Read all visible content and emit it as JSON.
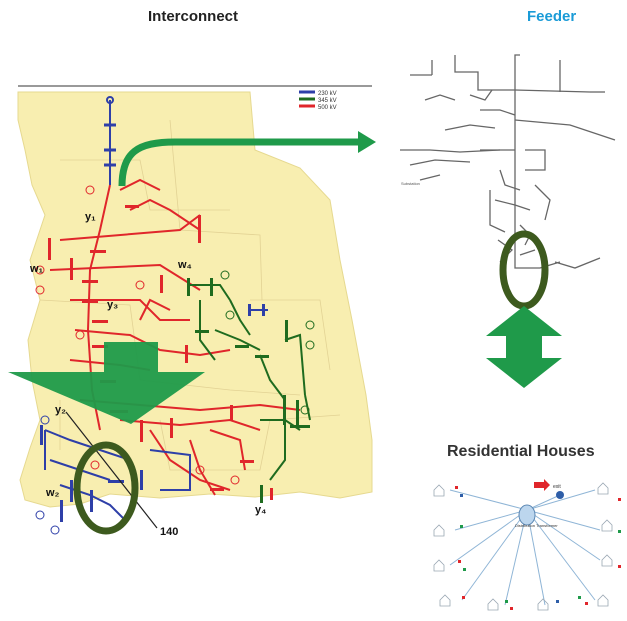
{
  "titles": {
    "interconnect": "Interconnect",
    "feeder": "Feeder",
    "residential": "Residential Houses"
  },
  "legend": [
    {
      "label": "230 kV",
      "color": "#2e3fa8"
    },
    {
      "label": "345 kV",
      "color": "#1f6b1f"
    },
    {
      "label": "500 kV",
      "color": "#e0262b"
    }
  ],
  "map_labels": {
    "y1": "y₁",
    "y2": "y₂",
    "y3": "y₃",
    "y4": "y₄",
    "w1": "w₁",
    "w2": "w₂",
    "w4": "w₄",
    "bus140": "140"
  },
  "colors": {
    "map_fill": "#f8eeb0",
    "arrow_green": "#1f9a4a",
    "ring": "#3d5a1e",
    "feeder_line": "#666666"
  },
  "icons": [
    "arrow-right-icon",
    "arrow-down-icon",
    "double-arrow-icon",
    "house-icon",
    "transformer-icon"
  ],
  "houses": {
    "transformer_label": "Distribution Transformer",
    "exit_label": "exit"
  }
}
